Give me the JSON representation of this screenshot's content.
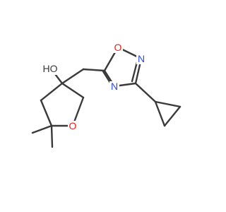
{
  "molecule": {
    "atoms": [
      {
        "id": "hydroxyl",
        "label": "HO",
        "color": "#3a3a3a"
      },
      {
        "id": "ring-oxygen-thf",
        "label": "O",
        "color": "#e5201b"
      },
      {
        "id": "ring-oxygen-oxadiazole",
        "label": "O",
        "color": "#e5201b"
      },
      {
        "id": "nitrogen-2",
        "label": "N",
        "color": "#2b4ee0"
      },
      {
        "id": "nitrogen-4",
        "label": "N",
        "color": "#2b4ee0"
      }
    ]
  }
}
